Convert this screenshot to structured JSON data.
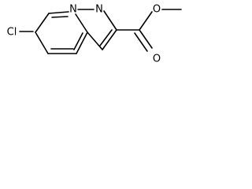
{
  "molecule": {
    "atoms": {
      "chlorine": "Cl",
      "ring_nitrogen_1": "N",
      "ring_nitrogen_2": "N",
      "carbonyl_oxygen": "O",
      "ester_oxygen": "O"
    }
  },
  "colors": {
    "bond": "#000000",
    "label": "#000000",
    "background": "#ffffff"
  }
}
